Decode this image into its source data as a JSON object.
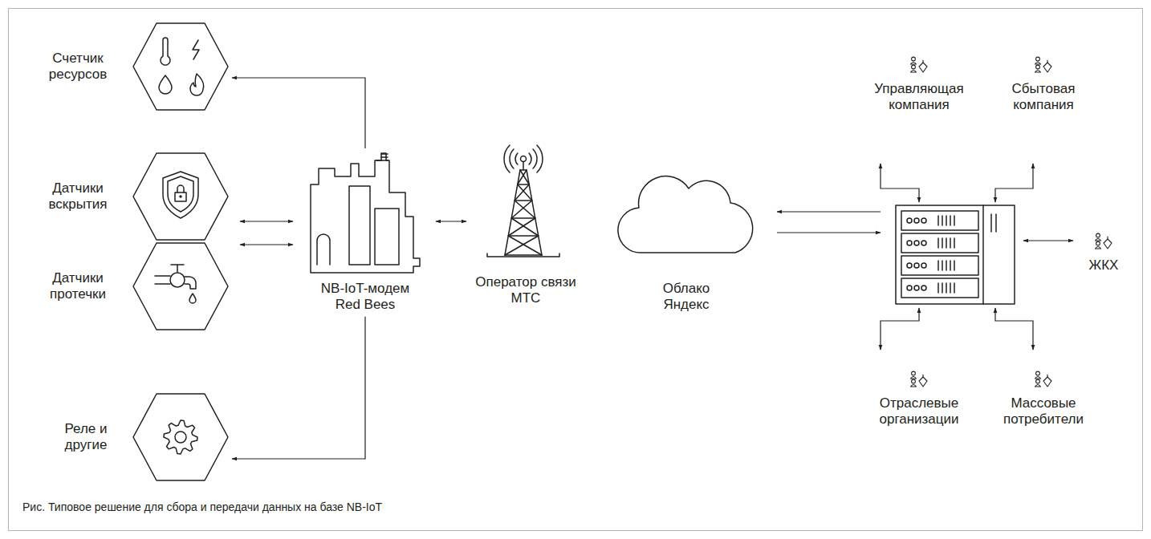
{
  "diagram": {
    "caption": "Рис. Типовое решение для сбора и передачи данных на базе NB-IoT",
    "nodes": [
      {
        "text": [
          "Счетчик ресурсов"
        ]
      },
      {
        "text": [
          "Датчики вскрытия"
        ]
      },
      {
        "text": [
          "Датчики протечки"
        ]
      },
      {
        "text": [
          "Реле и другие"
        ]
      },
      {
        "text": [
          "NB-IoT-модем Red Bees"
        ]
      },
      {
        "text": [
          "Оператор связи МТС"
        ]
      },
      {
        "text": [
          "Облако Яндекс"
        ]
      },
      {
        "text": []
      },
      {
        "text": [
          "Управляющая компания"
        ]
      },
      {
        "text": [
          "Сбытовая компания"
        ]
      },
      {
        "text": [
          "ЖКХ"
        ]
      },
      {
        "text": [
          "Отраслевые организации"
        ]
      },
      {
        "text": [
          "Массовые потребители"
        ]
      }
    ],
    "edges": [
      {
        "from": 4,
        "to": 0,
        "arrow": "to"
      },
      {
        "from": 1,
        "to": 4,
        "arrow": "both"
      },
      {
        "from": 2,
        "to": 4,
        "arrow": "both"
      },
      {
        "from": 4,
        "to": 3,
        "arrow": "to"
      },
      {
        "from": 4,
        "to": 5,
        "arrow": "both"
      },
      {
        "from": 7,
        "to": 6,
        "arrow": "to"
      },
      {
        "from": 6,
        "to": 7,
        "arrow": "to"
      },
      {
        "from": 7,
        "to": 8,
        "arrow": "both"
      },
      {
        "from": 7,
        "to": 9,
        "arrow": "both"
      },
      {
        "from": 7,
        "to": 10,
        "arrow": "both"
      },
      {
        "from": 7,
        "to": 11,
        "arrow": "both"
      },
      {
        "from": 7,
        "to": 12,
        "arrow": "both"
      }
    ]
  }
}
